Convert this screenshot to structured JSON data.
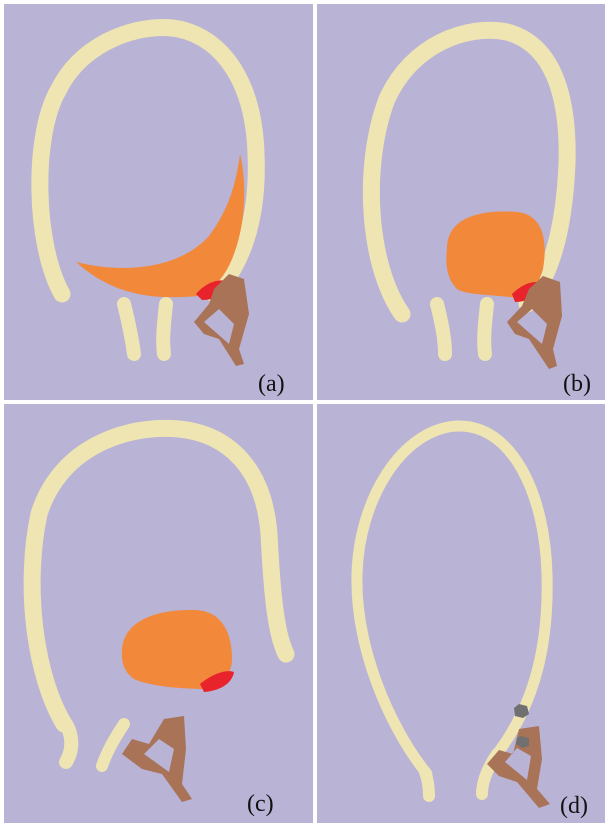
{
  "panels": [
    {
      "label": "(a)"
    },
    {
      "label": "(b)"
    },
    {
      "label": "(c)"
    },
    {
      "label": "(d)"
    }
  ],
  "colors": {
    "background": "#b9b3d6",
    "bone": "#efe5b3",
    "orange_mass": "#f2883a",
    "red_region": "#e8232b",
    "brown_structure": "#a87356",
    "gray_marker": "#707070",
    "divider": "#ffffff"
  }
}
